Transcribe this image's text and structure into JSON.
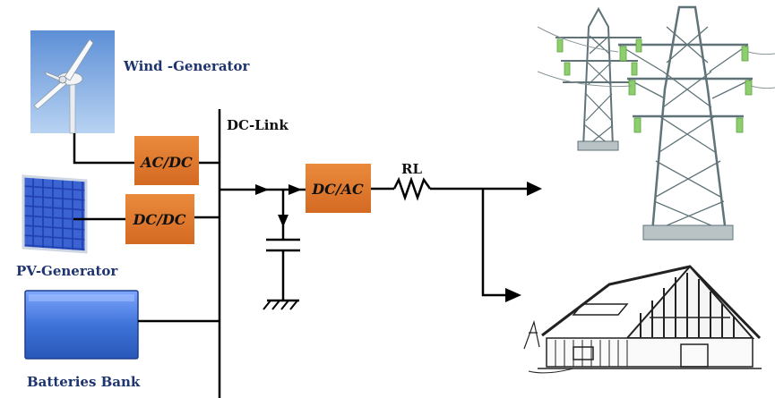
{
  "labels": {
    "wind_generator": "Wind -Generator",
    "pv_generator": "PV-Generator",
    "batteries_bank": "Batteries Bank",
    "dc_link": "DC-Link",
    "rl": "RL"
  },
  "converters": {
    "ac_dc": "AC/DC",
    "dc_dc": "DC/DC",
    "dc_ac": "DC/AC"
  },
  "colors": {
    "converter_fill": "#e07a2e",
    "label_blue": "#1f3570",
    "battery_fill": "#3f73d8",
    "tower_steel": "#6b7f85",
    "insulator_green": "#8fce6e"
  }
}
